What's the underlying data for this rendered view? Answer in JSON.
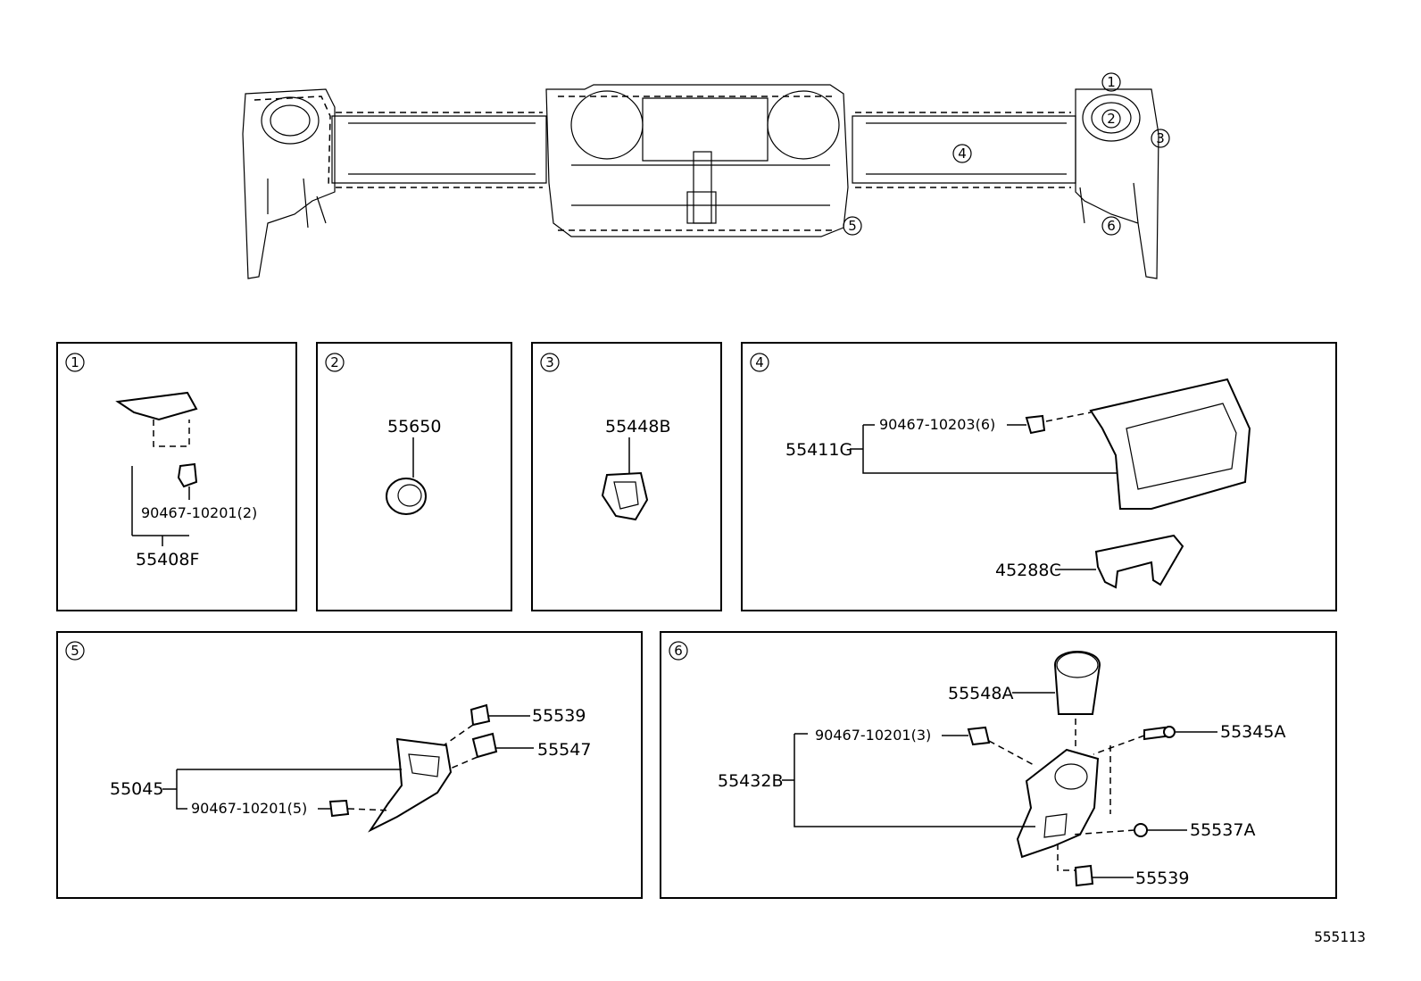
{
  "diagram_id": "555113",
  "overview": {
    "callouts": [
      "1",
      "2",
      "3",
      "4",
      "5",
      "6"
    ]
  },
  "panels": [
    {
      "number": "1",
      "parts": [
        "90467-10201(2)",
        "55408F"
      ]
    },
    {
      "number": "2",
      "parts": [
        "55650"
      ]
    },
    {
      "number": "3",
      "parts": [
        "55448B"
      ]
    },
    {
      "number": "4",
      "parts": [
        "90467-10203(6)",
        "55411G",
        "45288C"
      ]
    },
    {
      "number": "5",
      "parts": [
        "55539",
        "55547",
        "55045",
        "90467-10201(5)"
      ]
    },
    {
      "number": "6",
      "parts": [
        "55548A",
        "90467-10201(3)",
        "55345A",
        "55432B",
        "55537A",
        "55539"
      ]
    }
  ]
}
